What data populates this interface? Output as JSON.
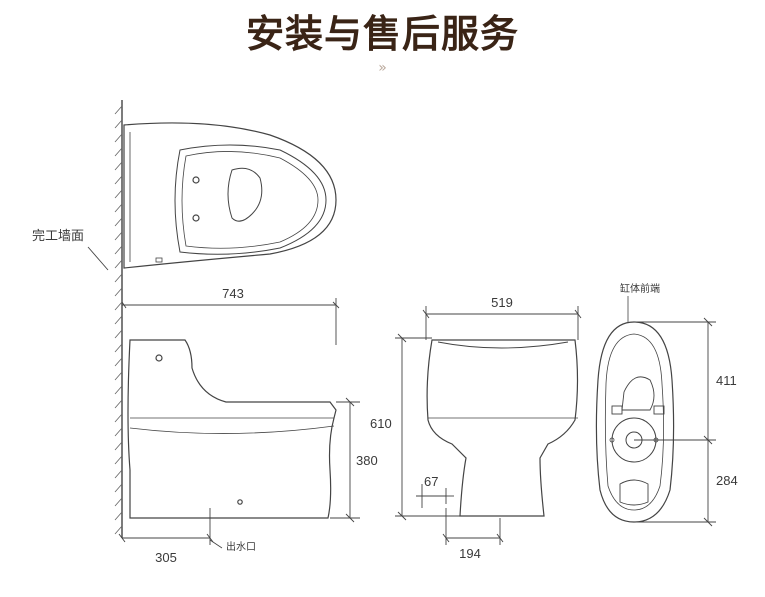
{
  "title": "安装与售后服务",
  "title_chevron": "»",
  "colors": {
    "title": "#3a2416",
    "line": "#444444",
    "text": "#3a3a3a"
  },
  "labels": {
    "finished_wall": "完工墙面",
    "drain_outlet": "出水口",
    "bowl_front": "缸体前端"
  },
  "dimensions": {
    "total_depth": "743",
    "drain_from_wall": "305",
    "seat_height": "380",
    "total_width": "519",
    "total_height": "610",
    "drain_offset": "67",
    "foot_width": "194",
    "front_to_drain": "411",
    "drain_to_back": "284"
  }
}
